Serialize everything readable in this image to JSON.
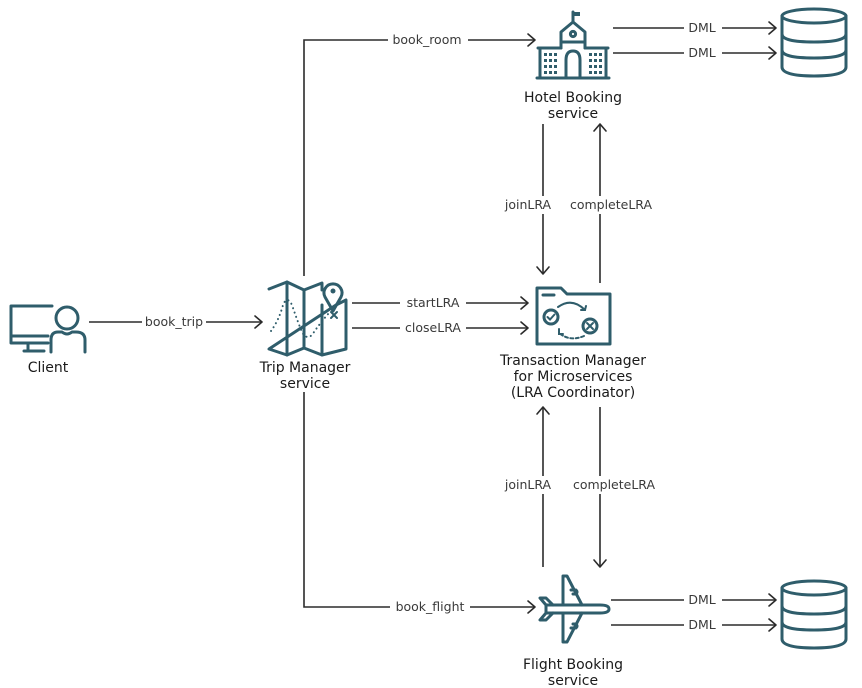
{
  "colors": {
    "icon": "#2f5d6b",
    "edge": "#2b2b2b",
    "text": "#1a1a1a"
  },
  "nodes": {
    "client": {
      "label": "Client",
      "icon": "user-computer-icon"
    },
    "trip_manager": {
      "label_line1": "Trip Manager",
      "label_line2": "service",
      "icon": "map-icon"
    },
    "hotel_booking": {
      "label_line1": "Hotel Booking",
      "label_line2": "service",
      "icon": "hotel-building-icon"
    },
    "transaction_manager": {
      "label_line1": "Transaction Manager",
      "label_line2": "for Microservices",
      "label_line3": "(LRA Coordinator)",
      "icon": "transaction-folder-icon"
    },
    "flight_booking": {
      "label_line1": "Flight Booking",
      "label_line2": "service",
      "icon": "airplane-icon"
    },
    "hotel_db": {
      "icon": "database-icon"
    },
    "flight_db": {
      "icon": "database-icon"
    }
  },
  "edges": {
    "book_trip": "book_trip",
    "book_room": "book_room",
    "book_flight": "book_flight",
    "start_lra": "startLRA",
    "close_lra": "closeLRA",
    "hotel_join_lra": "joinLRA",
    "hotel_complete_lra": "completeLRA",
    "flight_join_lra": "joinLRA",
    "flight_complete_lra": "completeLRA",
    "hotel_dml_1": "DML",
    "hotel_dml_2": "DML",
    "flight_dml_1": "DML",
    "flight_dml_2": "DML"
  }
}
